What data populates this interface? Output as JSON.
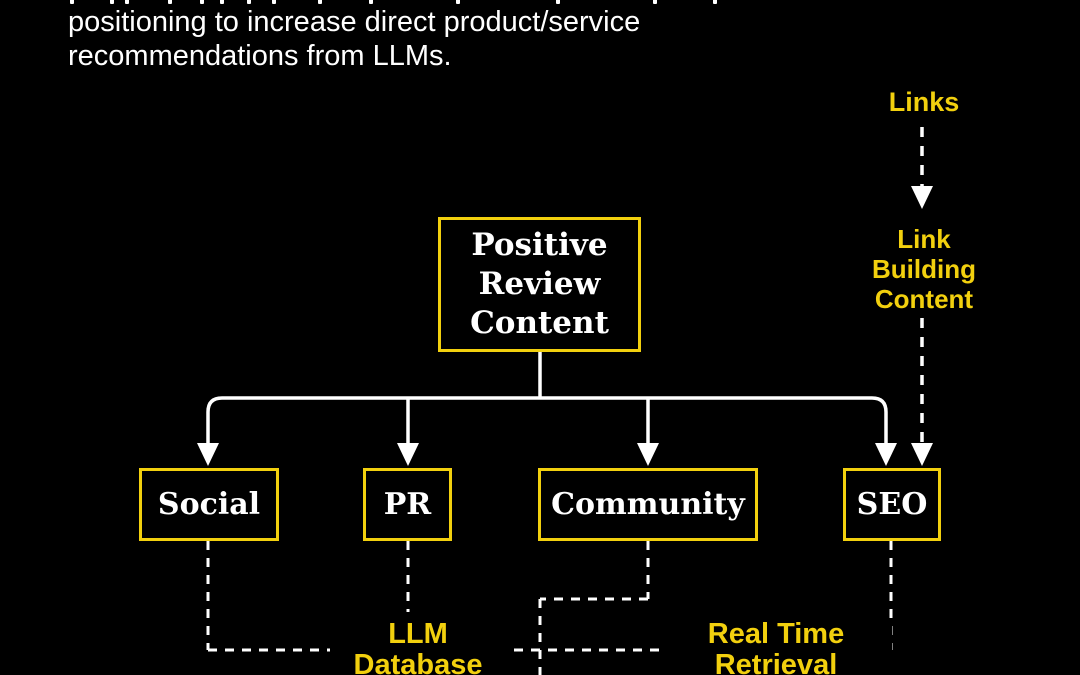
{
  "colors": {
    "background": "#000000",
    "accent_yellow": "#F2D00E",
    "line_white": "#FFFFFF",
    "text_white": "#FFFFFF"
  },
  "intro": {
    "clipped_descender_dots_x": [
      70,
      110,
      125,
      168,
      200,
      220,
      247,
      272,
      318,
      369,
      456,
      556,
      653,
      713
    ],
    "line1": "positioning to increase direct product/service",
    "line2": "recommendations from LLMs."
  },
  "link_flow": {
    "links_label": "Links",
    "link_building_lines": [
      "Link",
      "Building",
      "Content"
    ]
  },
  "tree": {
    "root_lines": [
      "Positive",
      "Review",
      "Content"
    ],
    "children": [
      {
        "label": "Social"
      },
      {
        "label": "PR"
      },
      {
        "label": "Community"
      },
      {
        "label": "SEO"
      }
    ]
  },
  "retrieval_labels": {
    "llm_database": {
      "line1": "LLM",
      "line2": "Database"
    },
    "real_time": {
      "line1": "Real Time",
      "line2": "Retrieval"
    }
  }
}
